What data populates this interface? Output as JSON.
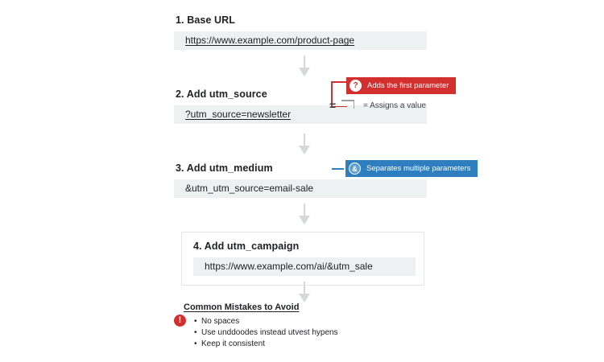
{
  "steps": [
    {
      "title": "1. Base URL",
      "code": "https://www.example.com/product-page"
    },
    {
      "title": "2. Add utm_source",
      "code": "?utm_source=newsletter"
    },
    {
      "title": "3. Add utm_medium",
      "code": "&utm_utm_source=email-sale"
    },
    {
      "title": "4. Add utm_campaign",
      "code": "https://www.example.com/ai/&utm_sale"
    }
  ],
  "callouts": {
    "question": {
      "glyph": "?",
      "label": "Adds the first parameter",
      "color": "#d32f2f"
    },
    "ampersand": {
      "glyph": "&",
      "label": "Separates multiple parameters",
      "color": "#2f7fc0"
    },
    "equals": {
      "glyph": "=",
      "label": "= Assigns a value"
    }
  },
  "mistakes": {
    "title": "Common Mistakes to Avoid",
    "alert_glyph": "!",
    "items": [
      "No spaces",
      "Use unddoodes instead utvest hypens",
      "Keep it consistent"
    ]
  }
}
